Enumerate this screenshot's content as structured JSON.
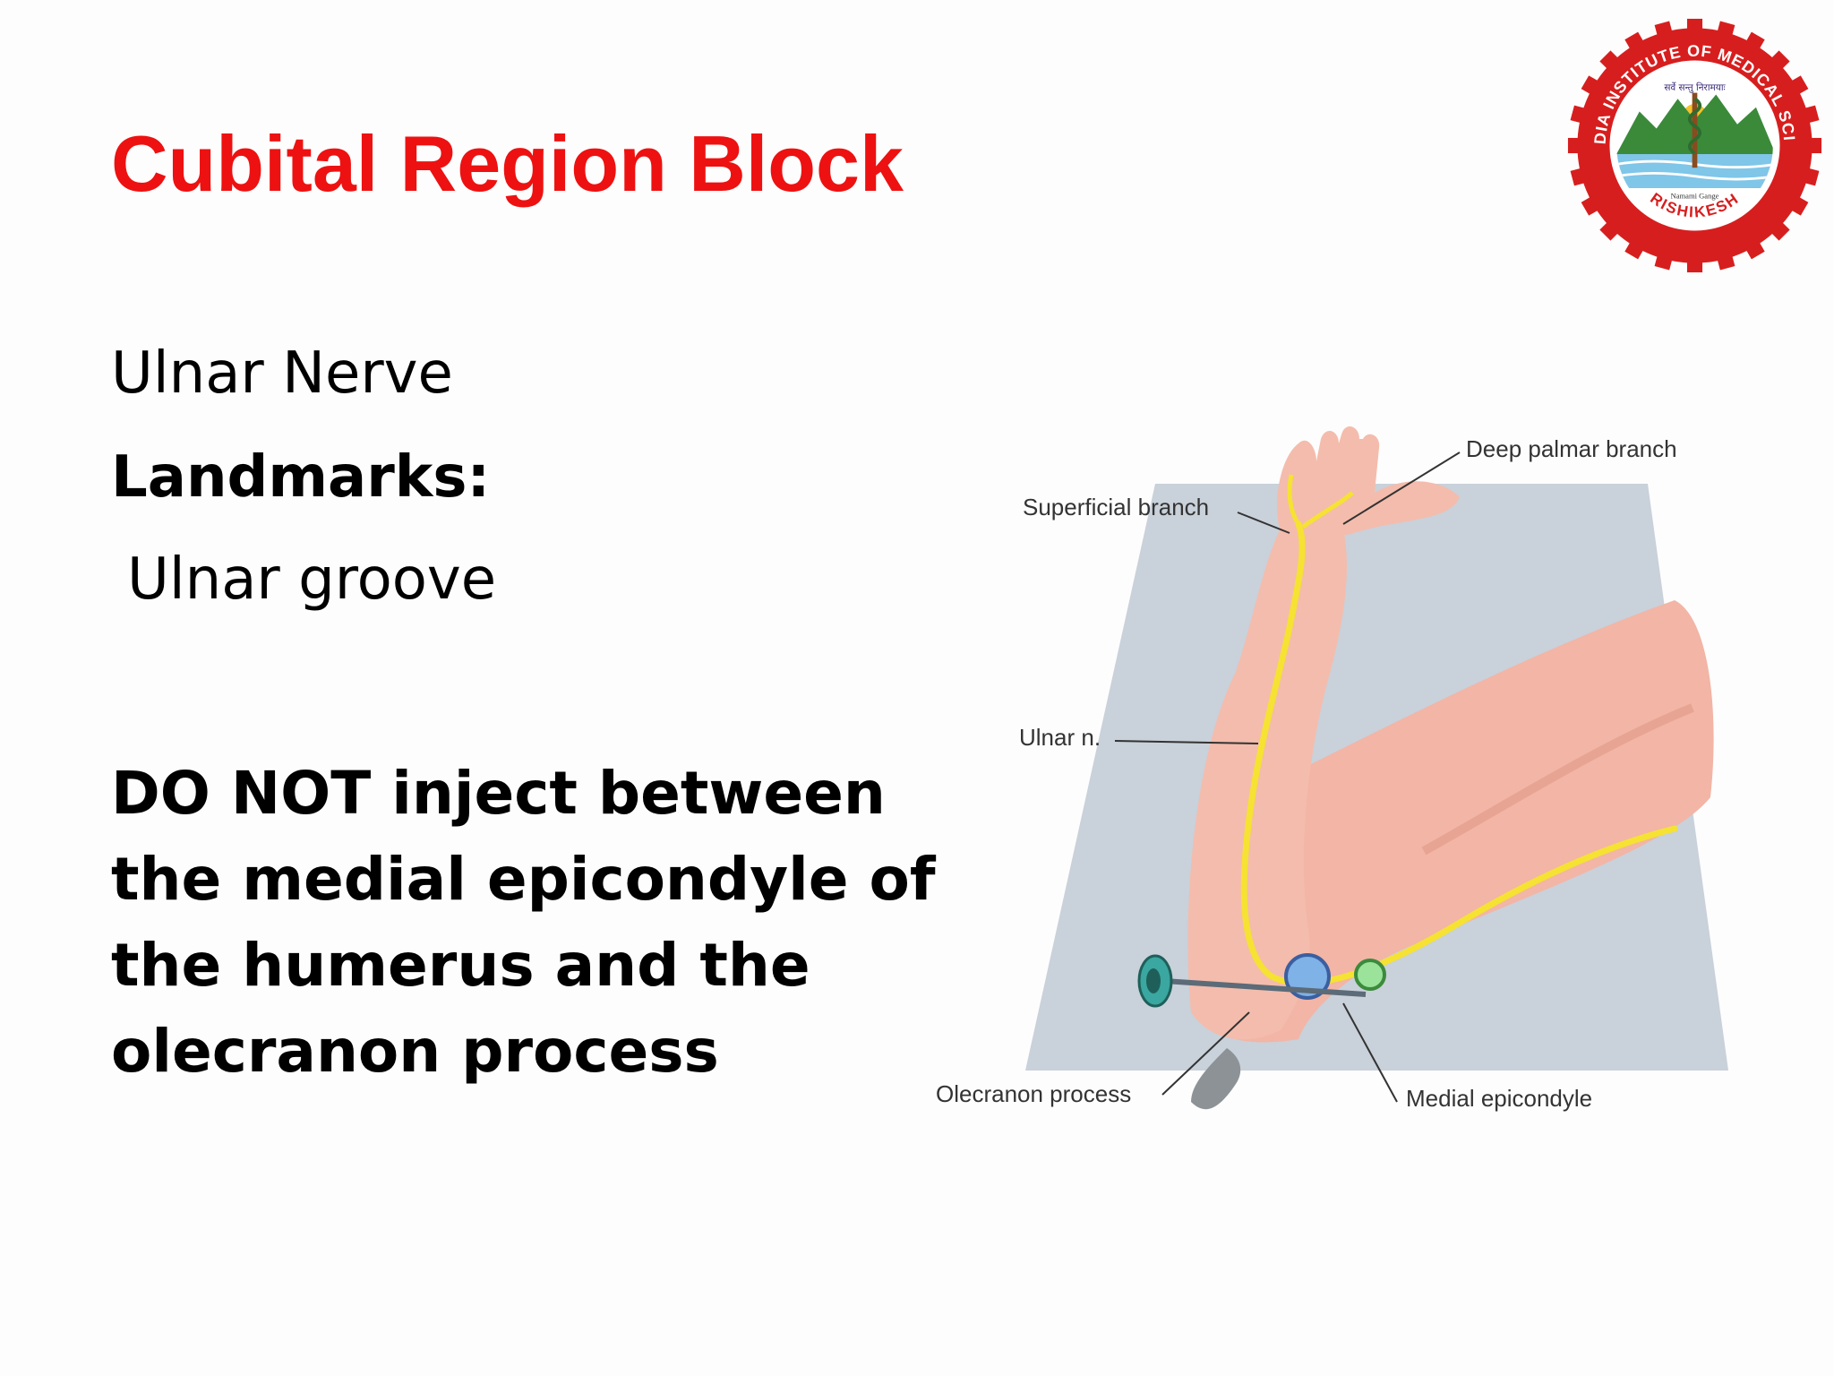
{
  "slide": {
    "title": "Cubital Region Block",
    "nerve": "Ulnar Nerve",
    "landmarks_heading": "Landmarks:",
    "landmark_item": "Ulnar groove",
    "warning_lines": [
      "DO NOT inject between",
      "the medial epicondyle of",
      "the humerus and the",
      "olecranon process"
    ]
  },
  "logo": {
    "ring_text": "ALL INDIA INSTITUTE OF MEDICAL SCIENCES",
    "city": "RISHIKESH",
    "motto": "सर्वे सन्तु निरामयाः",
    "river": "Namami Gange",
    "colors": {
      "ring": "#d71e1e",
      "mountain": "#3a8a3a",
      "water": "#7fc6e8"
    }
  },
  "figure": {
    "labels": {
      "deep_palmar": "Deep palmar branch",
      "superficial": "Superficial branch",
      "ulnar": "Ulnar n.",
      "olecranon": "Olecranon process",
      "medial_epicondyle": "Medial epicondyle"
    },
    "colors": {
      "skin": "#f2b5a6",
      "nerve": "#f5e232",
      "table": "#c9d1da"
    }
  }
}
